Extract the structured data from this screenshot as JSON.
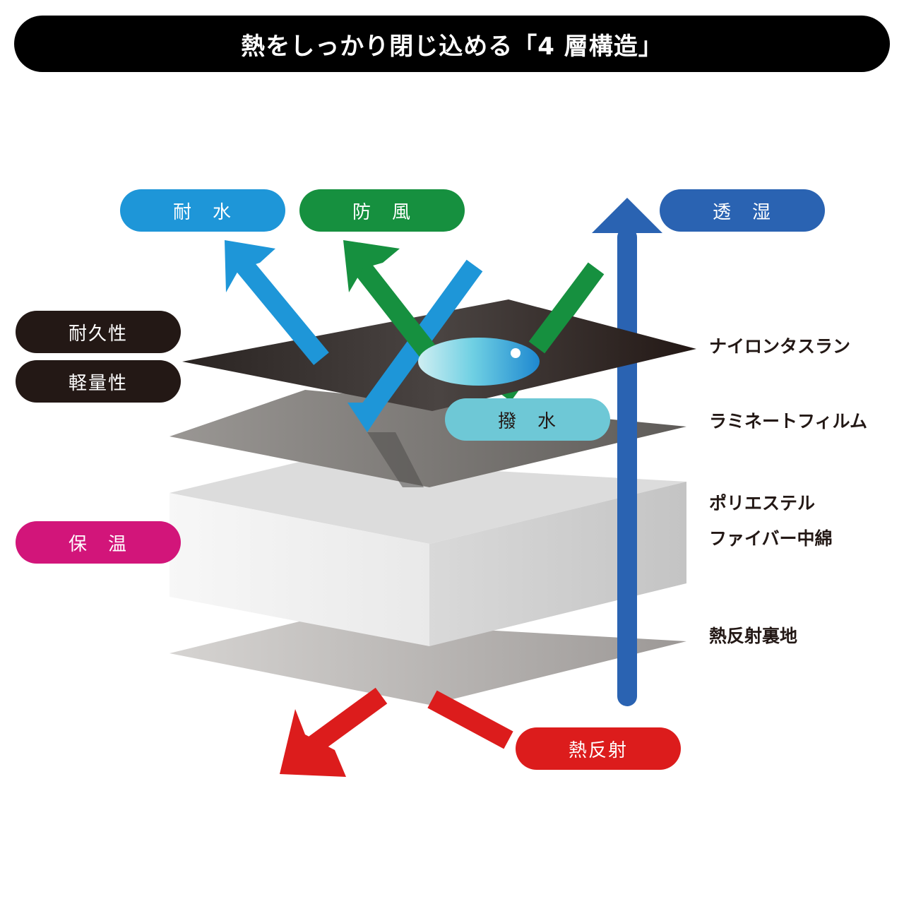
{
  "title": "熱をしっかり閉じ込める「4 層構造」",
  "colors": {
    "water": "#1e96d8",
    "wind": "#16903f",
    "breath": "#2a63b2",
    "durability": "#231815",
    "warmth": "#d2157a",
    "repel": "#6ec8d6",
    "heat": "#dc1c1c"
  },
  "badges": {
    "water": "耐　水",
    "wind": "防　風",
    "breathability": "透　湿",
    "durability": "耐久性",
    "lightweight": "軽量性",
    "warmth": "保　温",
    "repellency": "撥　水",
    "heat_reflection": "熱反射"
  },
  "layers": {
    "nylon": "ナイロンタスラン",
    "laminate": "ラミネートフィルム",
    "polyester_line1": "ポリエステル",
    "polyester_line2": "ファイバー中綿",
    "reflective": "熱反射裏地"
  }
}
